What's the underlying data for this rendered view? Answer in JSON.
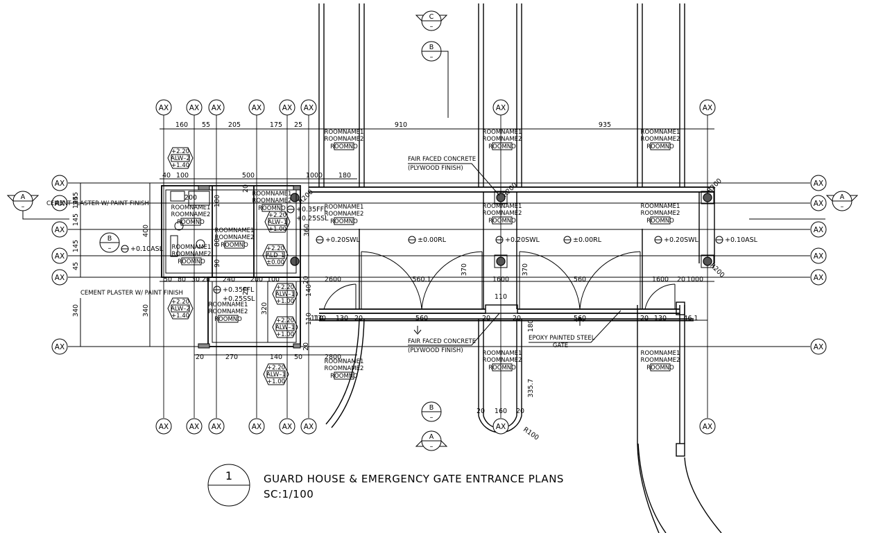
{
  "title": {
    "number": "1",
    "line1": "GUARD HOUSE & EMERGENCY GATE ENTRANCE PLANS",
    "line2": "SC:1/100"
  },
  "grid_bubble_label": "AX",
  "section_labels": {
    "C": "C",
    "B": "B",
    "A": "A",
    "dash": "–"
  },
  "rooms": {
    "name1": "ROOMNAME1",
    "name2": "ROOMNAME2",
    "number": "ROOMNO"
  },
  "notes": {
    "cement_plaster": "CEMENT PLASTER W/ PAINT FINISH",
    "fair_faced": "FAIR FACED CONCRETE",
    "plywood": "(PLYWOOD FINISH)",
    "epoxy1": "EPOXY PAINTED STEEL",
    "epoxy2": "GATE"
  },
  "levels": {
    "asl": "+0.10ASL",
    "swl": "+0.20SWL",
    "rl": "±0.00RL",
    "ffl": "+0.35FFL",
    "ssl": "+0.25SSL"
  },
  "window_tags": {
    "alw2": "ALW–2",
    "alw1": "ALW–1",
    "ald1": "ALD–1",
    "h220": "+2.20",
    "h140": "+1.40",
    "h100": "+1.00",
    "h000": "±0.00"
  },
  "dims_top": [
    "160",
    "55",
    "205",
    "175",
    "25",
    "910",
    "935"
  ],
  "dims_second": [
    "40",
    "100",
    "500",
    "1000",
    "180"
  ],
  "dims_mid": [
    "2600",
    "560.1",
    "1600",
    "560",
    "1600",
    "20",
    "1000"
  ],
  "dims_lower": [
    "110",
    "130",
    "20",
    "560",
    "20",
    "20",
    "560",
    "20",
    "130",
    "46.1",
    "110"
  ],
  "dims_bottom": [
    "20",
    "270",
    "140",
    "50",
    "2800"
  ],
  "dims_left": [
    "45",
    "145",
    "145",
    "45",
    "400",
    "340",
    "340",
    "145"
  ],
  "dims_small": [
    "50",
    "80",
    "30",
    "20",
    "240",
    "200",
    "100",
    "370",
    "370",
    "320",
    "140",
    "180",
    "335.7",
    "20",
    "160",
    "20",
    "R100",
    "R200",
    "R200",
    "R200",
    "R200",
    "200",
    "20",
    "110",
    "130",
    "90",
    "80",
    "100",
    "360",
    "20",
    "20",
    "20"
  ]
}
